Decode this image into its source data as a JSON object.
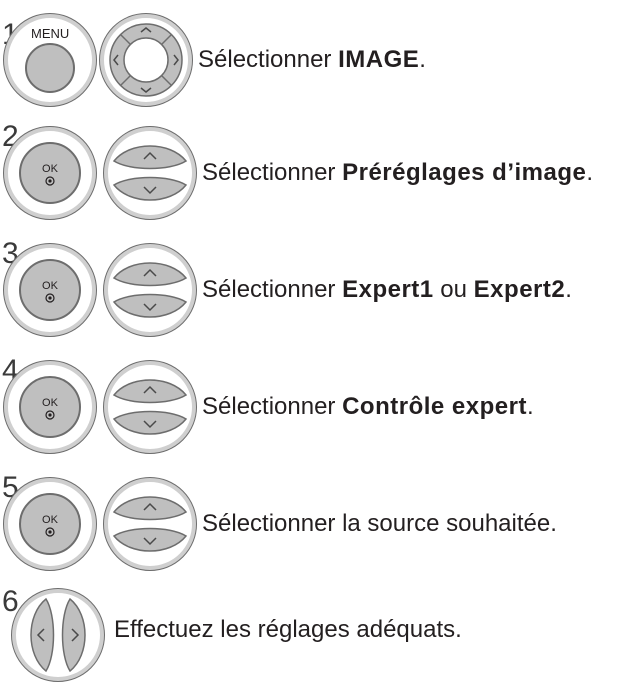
{
  "steps": [
    {
      "number": "1",
      "button": "MENU",
      "pad": "4-way",
      "text": {
        "prefix": "Sélectionner ",
        "bold": "IMAGE",
        "suffix": "."
      }
    },
    {
      "number": "2",
      "button": "OK",
      "pad": "up-down",
      "text": {
        "prefix": "Sélectionner ",
        "bold": "Préréglages d’image",
        "suffix": "."
      }
    },
    {
      "number": "3",
      "button": "OK",
      "pad": "up-down",
      "text": {
        "prefix": "Sélectionner ",
        "bold": "Expert1",
        "mid": " ou ",
        "bold2": "Expert2",
        "suffix": "."
      }
    },
    {
      "number": "4",
      "button": "OK",
      "pad": "up-down",
      "text": {
        "prefix": "Sélectionner ",
        "bold": "Contrôle expert",
        "suffix": "."
      }
    },
    {
      "number": "5",
      "button": "OK",
      "pad": "up-down",
      "text": {
        "prefix": "Sélectionner la source souhaitée.",
        "bold": "",
        "suffix": ""
      }
    },
    {
      "number": "6",
      "button": "",
      "pad": "left-right",
      "text": {
        "prefix": "Effectuez les réglages adéquats.",
        "bold": "",
        "suffix": ""
      }
    }
  ],
  "colors": {
    "ring": "#bfbfbf",
    "ringStroke": "#6d6d6d",
    "key": "#c9c9c9",
    "arrow": "#4a4a4a"
  }
}
